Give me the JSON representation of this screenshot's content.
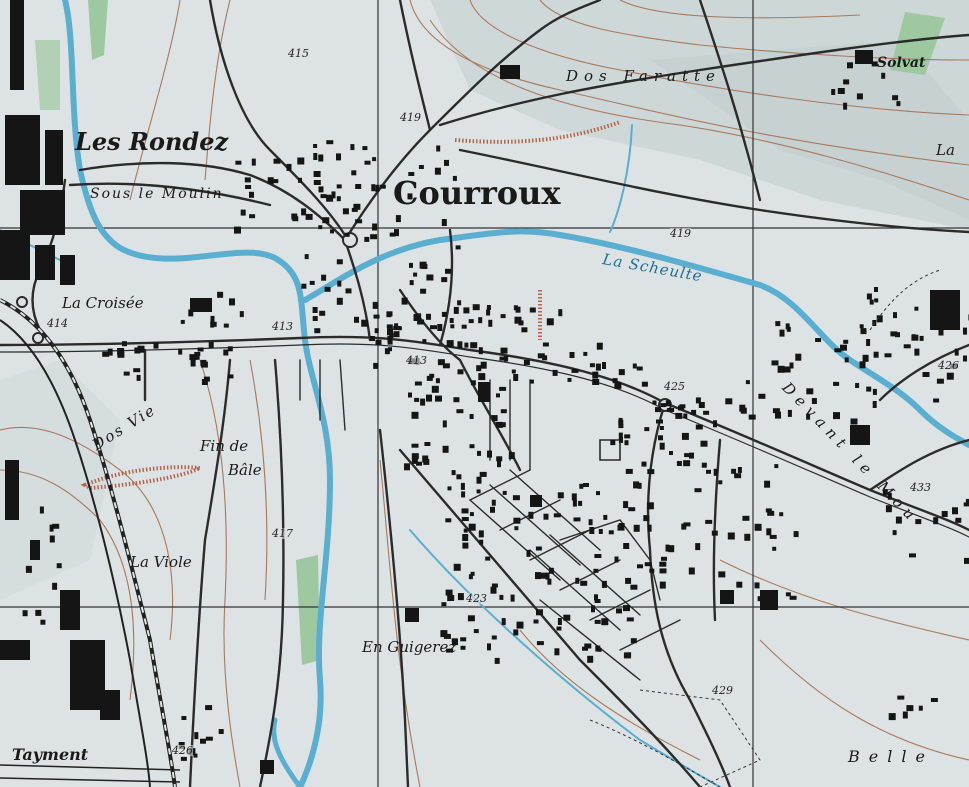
{
  "map": {
    "colors": {
      "background": "#dde3e4",
      "river": "#5aaed0",
      "road": "#2b2b2b",
      "building": "#151515",
      "contour": "#a8795a",
      "forest": "#9ec9a0",
      "grid": "#333333"
    },
    "places": {
      "courroux": "Courroux",
      "les_rondez": "Les Rondez",
      "sous_le_moulin": "Sous le Moulin",
      "dos_faratte": "Dos Faratte",
      "solvat": "Solvat",
      "la_top_right": "La",
      "la_croisee": "La Croisée",
      "dos_vie": "Dos Vie",
      "fin_de": "Fin de",
      "bale": "Bâle",
      "la_viole": "La Viole",
      "en_guigerez": "En Guigerez",
      "tayment": "Tayment",
      "belle": "Belle",
      "devant_le_mou": "Devant le Mou"
    },
    "water": {
      "la_scheulte": "La Scheulte"
    },
    "elevations": [
      "415",
      "419",
      "419",
      "414",
      "413",
      "413",
      "425",
      "426",
      "433",
      "417",
      "423",
      "429",
      "426"
    ]
  }
}
